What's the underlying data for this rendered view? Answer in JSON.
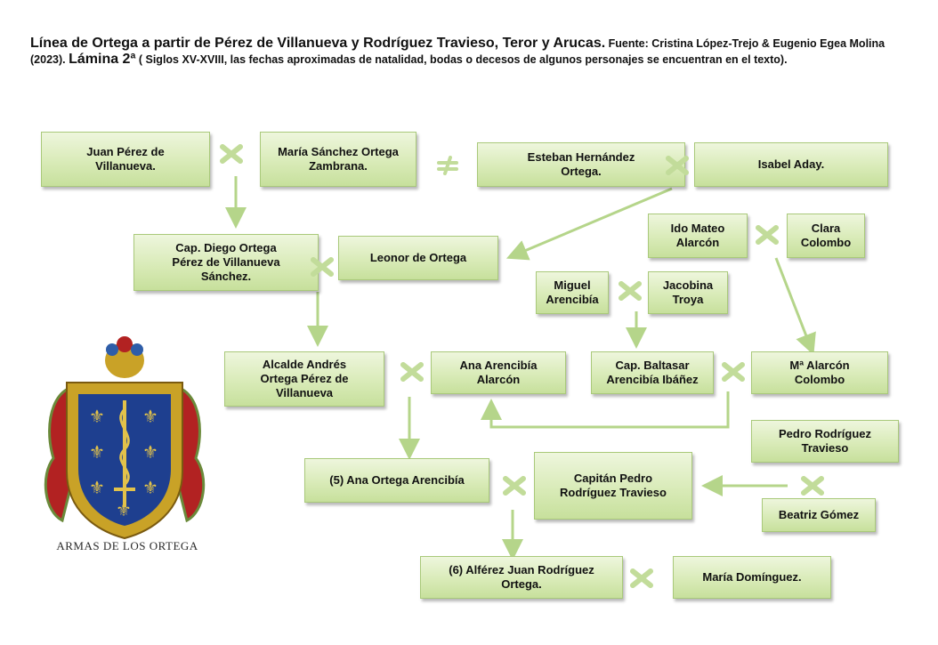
{
  "header": {
    "title": "Línea de Ortega a partir de Pérez de Villanueva y Rodríguez Travieso, Teror y Arucas.",
    "source": "Fuente: Cristina López-Trejo & Eugenio Egea Molina (2023).",
    "plate": "Lámina 2ª",
    "note": "( Siglos XV-XVIII, las fechas aproximadas de natalidad, bodas o decesos de algunos personajes se encuentran en el texto)."
  },
  "persons": {
    "juan_perez": "Juan Pérez de\nVillanueva.",
    "maria_sanchez": "María Sánchez Ortega\nZambrana.",
    "esteban": "Esteban Hernández\nOrtega.",
    "isabel": "Isabel Aday.",
    "diego": "Cap. Diego Ortega\nPérez de Villanueva\nSánchez.",
    "leonor": "Leonor de Ortega",
    "ido": "Ido Mateo\nAlarcón",
    "clara": "Clara\nColombo",
    "miguel": "Miguel\nArencibía",
    "jacobina": "Jacobina\nTroya",
    "andres": "Alcalde  Andrés\nOrtega Pérez de\nVillanueva",
    "ana_arencibia": "Ana Arencibía\nAlarcón",
    "baltasar": "Cap. Baltasar\nArencibía Ibáñez",
    "ma_alarcon": "Mª Alarcón\nColombo",
    "pedro_rt": "Pedro Rodríguez\nTravieso",
    "ana_ortega": "(5) Ana Ortega Arencibía",
    "capitan_pedro": "Capitán Pedro\nRodríguez Travieso",
    "beatriz": "Beatriz Gómez",
    "juan_rodriguez": "(6) Alférez Juan Rodríguez\nOrtega.",
    "maria_dominguez": "María Domínguez."
  },
  "coat_of_arms": {
    "caption": "ARMAS DE LOS ORTEGA",
    "colors": {
      "shield": "#1e3f8f",
      "border": "#c9a227",
      "mantling": "#b22222"
    }
  },
  "colors": {
    "box_fill": "#d9ebb8",
    "box_border": "#a9c97a",
    "connector": "#b5d58a"
  }
}
